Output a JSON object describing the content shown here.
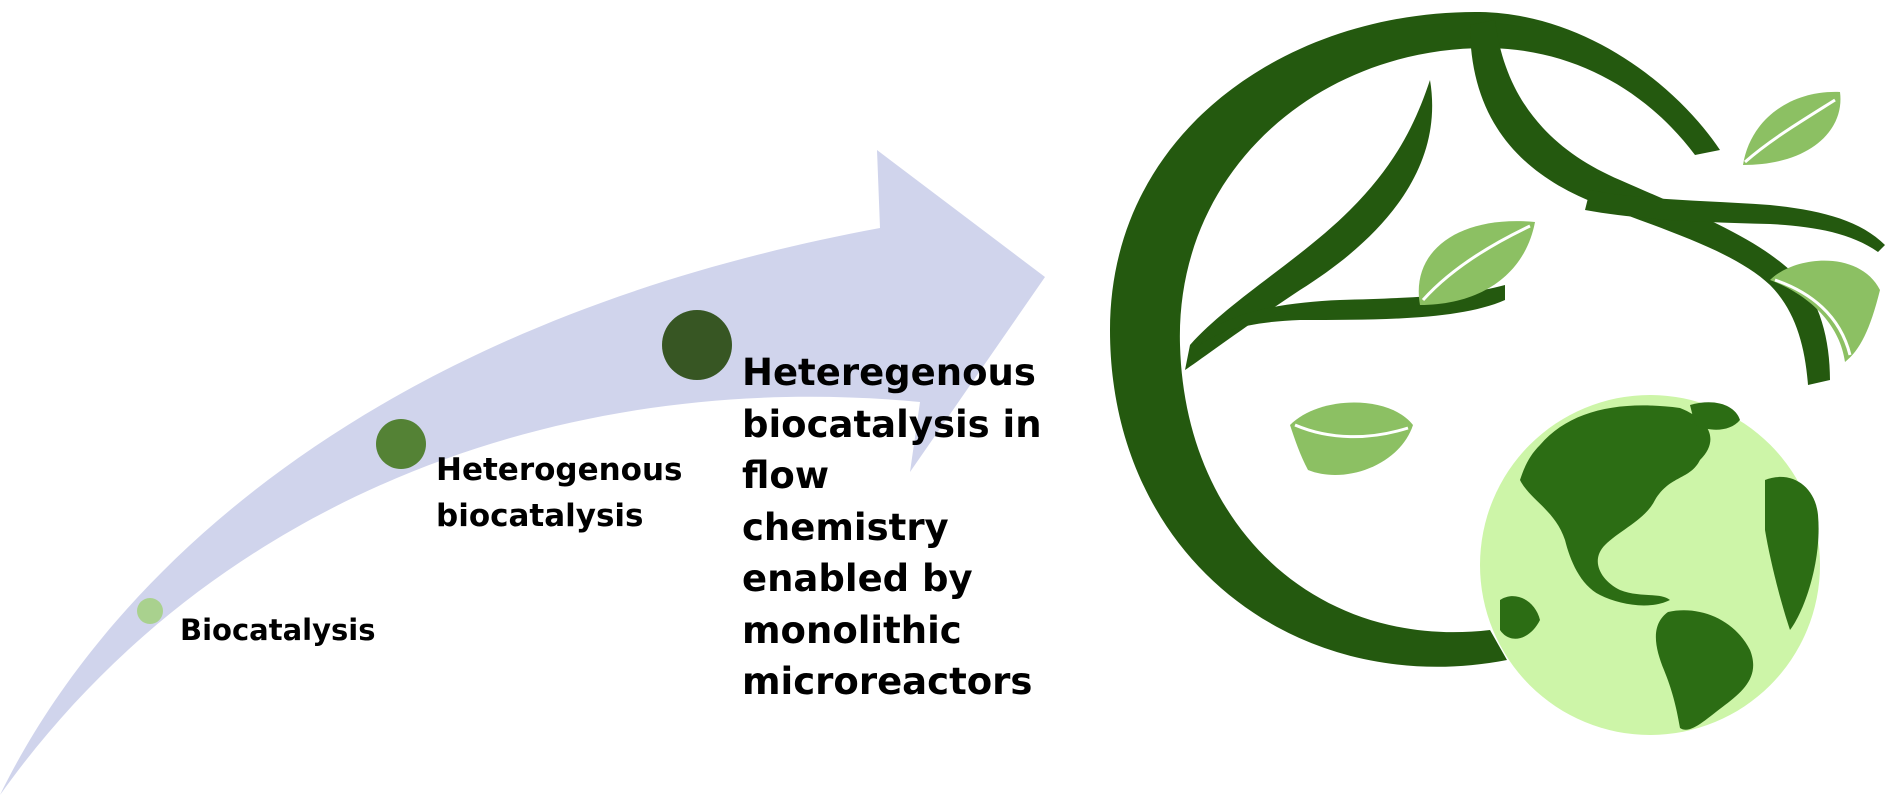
{
  "steps": [
    {
      "label": "Biocatalysis",
      "color": "#a9d18e"
    },
    {
      "label": "Heterogenous biocatalysis",
      "color": "#548235"
    },
    {
      "label": "Heteregenous biocatalysis in flow chemistry enabled by monolithic microreactors",
      "color": "#375623"
    }
  ],
  "colors": {
    "arrow": "#d0d4ec",
    "tree_dark": "#24590f",
    "leaf_light": "#8cc063",
    "globe_ocean": "#cdf5a8",
    "globe_land": "#2c6d14"
  },
  "icons": {
    "logo": "tree-and-globe-eco-logo"
  }
}
